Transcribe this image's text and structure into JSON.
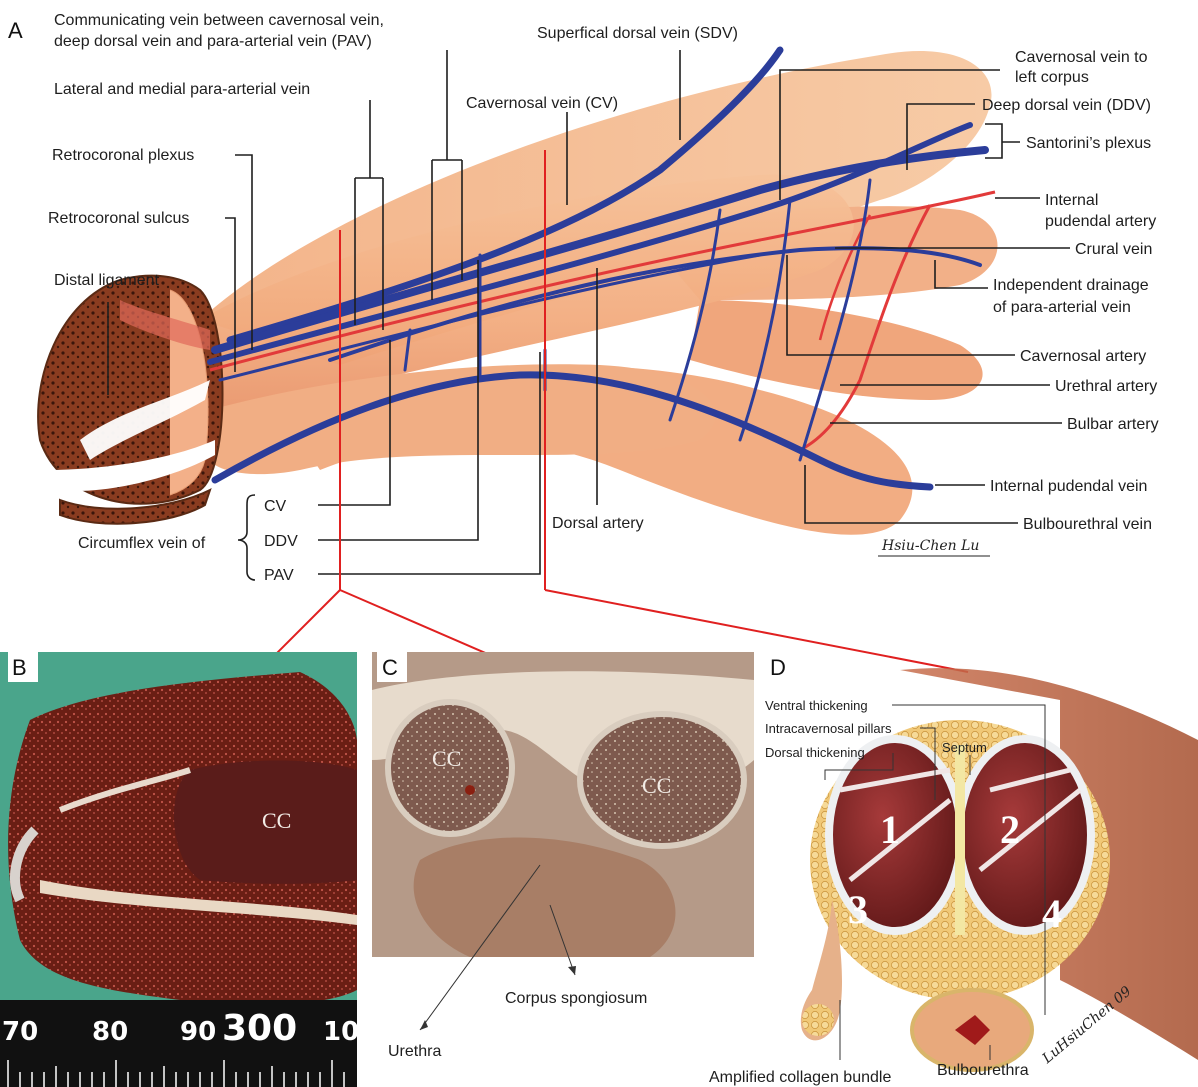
{
  "panel_a": {
    "panel_letter": "A",
    "labels": {
      "communicating_1": "Communicating vein between cavernosal vein,",
      "communicating_2": "deep dorsal vein and para-arterial vein (PAV)",
      "lateral_medial": "Lateral and medial para-arterial vein",
      "retrocoronal_plexus": "Retrocoronal plexus",
      "retrocoronal_sulcus": "Retrocoronal sulcus",
      "distal_ligament": "Distal ligament",
      "superficial_dorsal": "Superfical dorsal vein (SDV)",
      "cavernosal_vein": "Cavernosal vein (CV)",
      "cv_left_1": "Cavernosal vein to",
      "cv_left_2": "left corpus",
      "deep_dorsal": "Deep dorsal vein (DDV)",
      "santorini": "Santorini’s plexus",
      "internal_pudendal_artery_1": "Internal",
      "internal_pudendal_artery_2": "pudendal artery",
      "crural_vein": "Crural vein",
      "independent_1": "Independent drainage",
      "independent_2": "of para-arterial vein",
      "cavernosal_artery": "Cavernosal artery",
      "urethral_artery": "Urethral artery",
      "bulbar_artery": "Bulbar artery",
      "internal_pudendal_vein": "Internal pudendal vein",
      "bulbourethral_vein": "Bulbourethral vein",
      "dorsal_artery": "Dorsal artery",
      "circumflex": "Circumflex vein of",
      "cv": "CV",
      "ddv": "DDV",
      "pav": "PAV"
    },
    "signature": "Hsiu-Chen Lu"
  },
  "panel_b": {
    "panel_letter": "B",
    "cc_label": "CC",
    "ruler_numbers": [
      "70",
      "80",
      "90",
      "300",
      "10"
    ]
  },
  "panel_c": {
    "panel_letter": "C",
    "cc_left": "CC",
    "cc_right": "CC",
    "corpus_spongiosum": "Corpus spongiosum",
    "urethra": "Urethra"
  },
  "panel_d": {
    "panel_letter": "D",
    "ventral_thickening": "Ventral thickening",
    "intracavernosal_pillars": "Intracavernosal pillars",
    "dorsal_thickening": "Dorsal thickening",
    "septum": "Septum",
    "amplified_collagen": "Amplified collagen bundle",
    "bulbourethra": "Bulbourethra",
    "numbers": [
      "1",
      "2",
      "3",
      "4"
    ],
    "signature": "LuHsiuChen 09"
  },
  "colors": {
    "vein": "#2b3d9a",
    "artery": "#e23a3a",
    "skin": "#f4b58c",
    "green_background": "#4aa58b"
  }
}
